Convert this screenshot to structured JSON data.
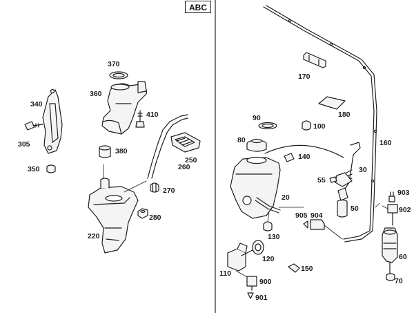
{
  "diagram": {
    "variant_badge": "ABC",
    "left_panel_labels": [
      "370",
      "360",
      "340",
      "410",
      "305",
      "380",
      "250",
      "350",
      "260",
      "270",
      "280",
      "220"
    ],
    "right_panel_labels": [
      "170",
      "180",
      "160",
      "90",
      "100",
      "80",
      "140",
      "30",
      "55",
      "20",
      "50",
      "903",
      "902",
      "905",
      "904",
      "130",
      "60",
      "120",
      "150",
      "110",
      "900",
      "70",
      "901"
    ],
    "colors": {
      "line": "#1c1c1c",
      "fill": "#f4f4f4",
      "divider": "#444444"
    }
  }
}
